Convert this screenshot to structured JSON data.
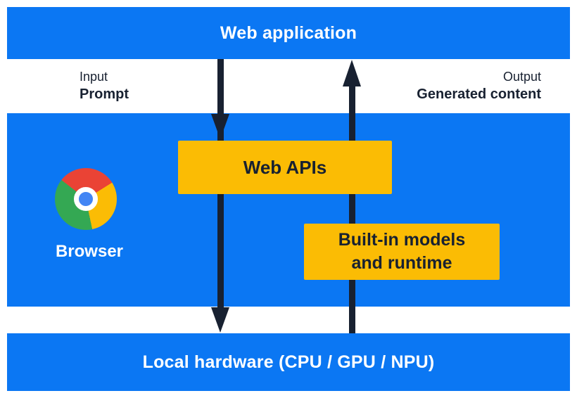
{
  "layers": {
    "web_application": {
      "label": "Web application"
    },
    "browser": {
      "label": "Browser"
    },
    "local_hardware": {
      "label": "Local hardware (CPU / GPU / NPU)"
    }
  },
  "io": {
    "input": {
      "label": "Input",
      "value": "Prompt"
    },
    "output": {
      "label": "Output",
      "value": "Generated content"
    }
  },
  "components": {
    "web_apis": {
      "label": "Web APIs"
    },
    "builtin_models": {
      "line1": "Built-in models",
      "line2": "and runtime"
    }
  },
  "icons": {
    "chrome_logo": "chrome-browser-logo",
    "arrow_down": "downward-flow-arrow",
    "arrow_up": "upward-flow-arrow"
  },
  "colors": {
    "blue": "#0B77F3",
    "yellow": "#FBBC04",
    "dark": "#182131",
    "white": "#FFFFFF",
    "chrome_red": "#EA4335",
    "chrome_yellow": "#FBBC05",
    "chrome_green": "#34A853",
    "chrome_blue": "#4285F4"
  }
}
